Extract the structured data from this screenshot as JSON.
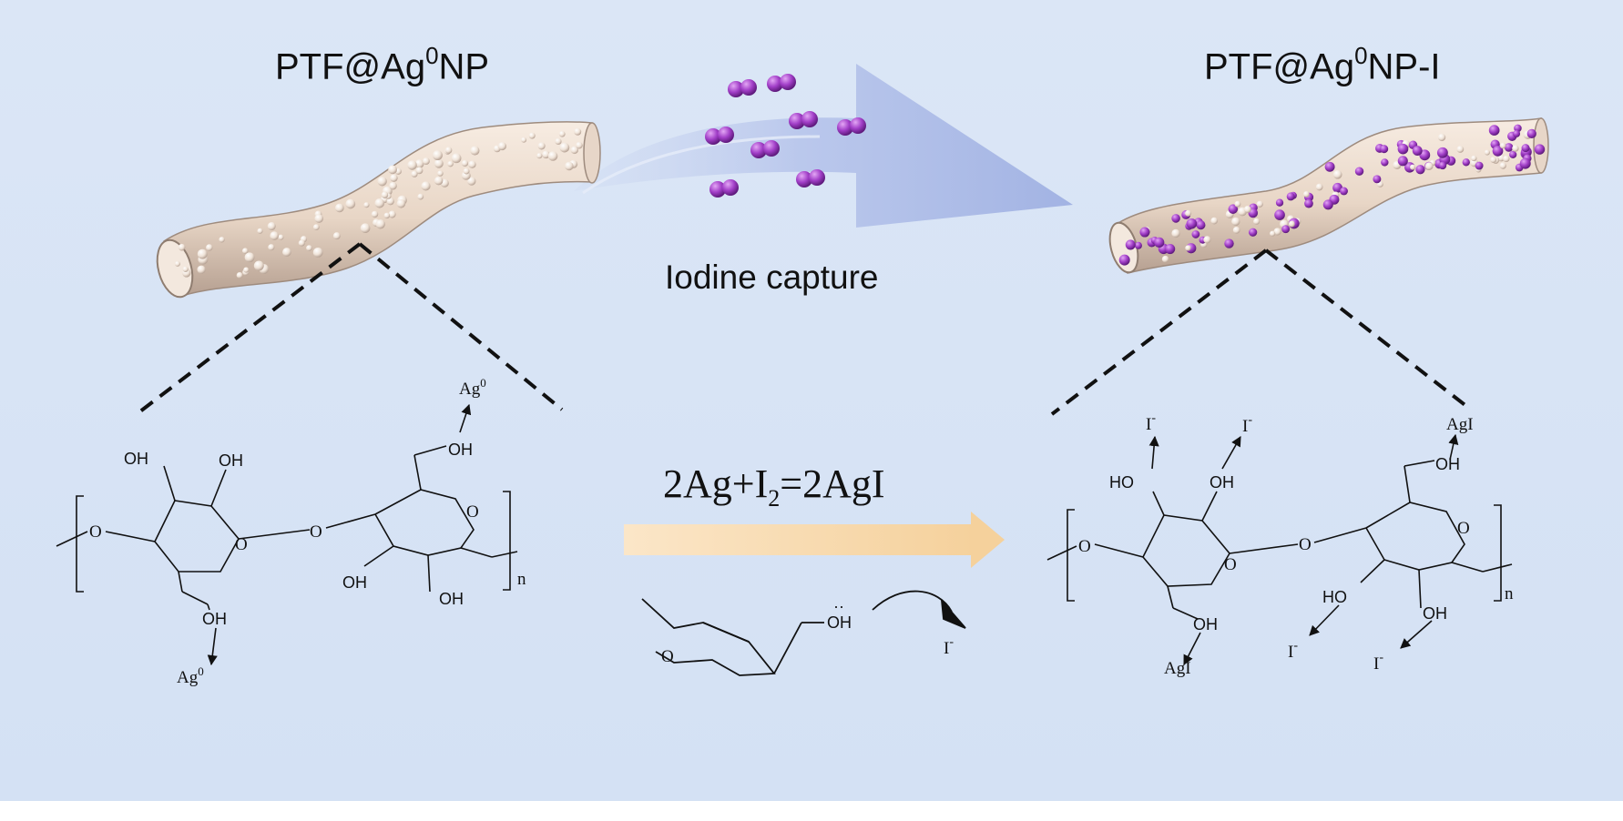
{
  "left_label": {
    "base": "PTF@Ag",
    "sup": "0",
    "tail": "NP"
  },
  "right_label": {
    "base": "PTF@Ag",
    "sup": "0",
    "tail": "NP-I"
  },
  "caption": "Iodine capture",
  "equation": {
    "a": "2Ag+I",
    "sub": "2",
    "b": "=2AgI"
  },
  "chem": {
    "oh": "OH",
    "ho": "HO",
    "o": "O",
    "ag0": "Ag",
    "ag0_sup": "0",
    "agi": "AgI",
    "iodide": "I",
    "minus": "-",
    "n": "n"
  },
  "colors": {
    "background": "#d6e3f5",
    "fiber": "#ecdccc",
    "silver_particle": "#f5ebe2",
    "iodine": "#9b3cc0",
    "arrow_big": "#a9b9e4",
    "arrow_reaction": "#f6d6a6"
  }
}
